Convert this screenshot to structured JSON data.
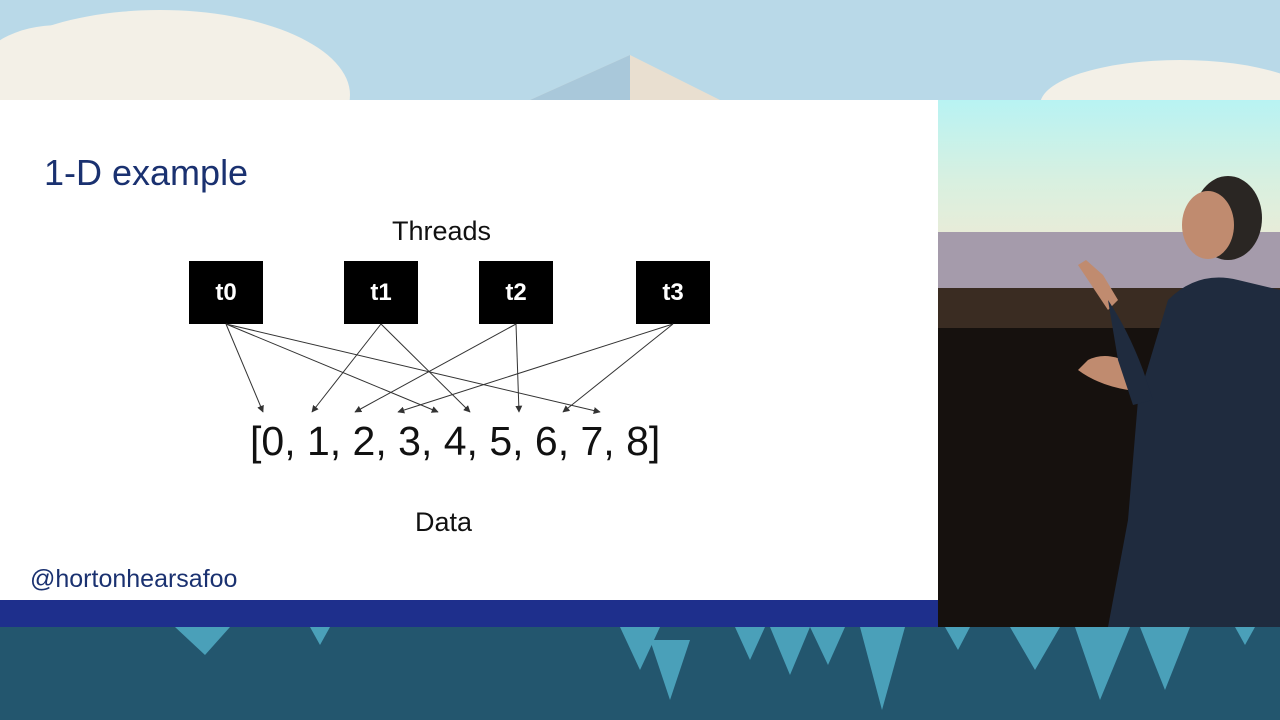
{
  "slide": {
    "title": "1-D example",
    "threads_label": "Threads",
    "data_label": "Data",
    "handle": "@hortonhearsafoo",
    "threads": [
      "t0",
      "t1",
      "t2",
      "t3"
    ],
    "data_array_text": "[0, 1, 2, 3, 4, 5, 6, 7, 8]",
    "mapping": [
      {
        "thread": "t0",
        "indices": [
          0,
          4,
          8
        ]
      },
      {
        "thread": "t1",
        "indices": [
          1,
          5
        ]
      },
      {
        "thread": "t2",
        "indices": [
          2,
          6
        ]
      },
      {
        "thread": "t3",
        "indices": [
          3,
          7
        ]
      }
    ]
  },
  "colors": {
    "title": "#1a3170",
    "bar": "#1e2f8c",
    "sky": "#b9d9e8",
    "footer": "#23566e"
  }
}
